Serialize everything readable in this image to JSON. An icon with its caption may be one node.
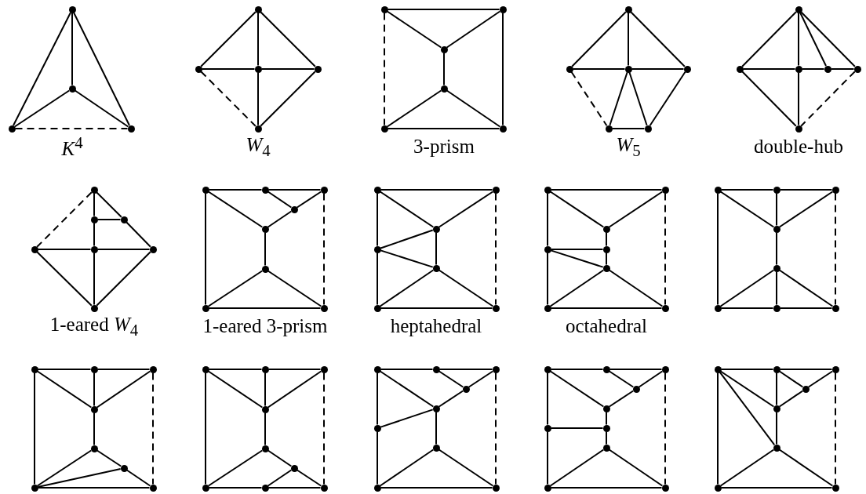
{
  "diagram": {
    "nodes": [
      {
        "text": [],
        "shape": "circle"
      },
      {
        "text": [],
        "shape": "circle"
      },
      {
        "text": [],
        "shape": "circle"
      },
      {
        "text": [],
        "shape": "circle"
      },
      {
        "text": [],
        "shape": "circle"
      },
      {
        "text": [],
        "shape": "circle"
      },
      {
        "text": [],
        "shape": "circle"
      },
      {
        "text": [],
        "shape": "circle"
      },
      {
        "text": [],
        "shape": "circle"
      },
      {
        "text": [],
        "shape": "circle"
      },
      {
        "text": [],
        "shape": "circle"
      },
      {
        "text": [],
        "shape": "circle"
      },
      {
        "text": [],
        "shape": "circle"
      },
      {
        "text": [],
        "shape": "circle"
      },
      {
        "text": [],
        "shape": "circle"
      },
      {
        "text": [],
        "shape": "circle"
      },
      {
        "text": [],
        "shape": "circle"
      },
      {
        "text": [],
        "shape": "circle"
      },
      {
        "text": [],
        "shape": "circle"
      },
      {
        "text": [],
        "shape": "circle"
      },
      {
        "text": [],
        "shape": "circle"
      },
      {
        "text": [],
        "shape": "circle"
      },
      {
        "text": [],
        "shape": "circle"
      },
      {
        "text": [],
        "shape": "circle"
      },
      {
        "text": [],
        "shape": "circle"
      },
      {
        "text": [],
        "shape": "circle"
      },
      {
        "text": [],
        "shape": "circle"
      },
      {
        "text": [],
        "shape": "circle"
      },
      {
        "text": [],
        "shape": "circle"
      },
      {
        "text": [],
        "shape": "circle"
      },
      {
        "text": [],
        "shape": "circle"
      },
      {
        "text": [],
        "shape": "circle"
      },
      {
        "text": [],
        "shape": "circle"
      },
      {
        "text": [],
        "shape": "circle"
      },
      {
        "text": [],
        "shape": "circle"
      },
      {
        "text": [],
        "shape": "circle"
      },
      {
        "text": [],
        "shape": "circle"
      },
      {
        "text": [],
        "shape": "circle"
      },
      {
        "text": [],
        "shape": "circle"
      },
      {
        "text": [],
        "shape": "circle"
      },
      {
        "text": [],
        "shape": "circle"
      },
      {
        "text": [],
        "shape": "circle"
      },
      {
        "text": [],
        "shape": "circle"
      },
      {
        "text": [],
        "shape": "circle"
      },
      {
        "text": [],
        "shape": "circle"
      },
      {
        "text": [],
        "shape": "circle"
      },
      {
        "text": [],
        "shape": "circle"
      },
      {
        "text": [],
        "shape": "circle"
      },
      {
        "text": [],
        "shape": "circle"
      },
      {
        "text": [],
        "shape": "circle"
      },
      {
        "text": [],
        "shape": "circle"
      },
      {
        "text": [],
        "shape": "circle"
      },
      {
        "text": [],
        "shape": "circle"
      },
      {
        "text": [],
        "shape": "circle"
      },
      {
        "text": [],
        "shape": "circle"
      },
      {
        "text": [],
        "shape": "circle"
      },
      {
        "text": [],
        "shape": "circle"
      },
      {
        "text": [],
        "shape": "circle"
      },
      {
        "text": [],
        "shape": "circle"
      },
      {
        "text": [],
        "shape": "circle"
      },
      {
        "text": [],
        "shape": "circle"
      },
      {
        "text": [],
        "shape": "circle"
      },
      {
        "text": [],
        "shape": "circle"
      },
      {
        "text": [],
        "shape": "circle"
      },
      {
        "text": [],
        "shape": "circle"
      },
      {
        "text": [],
        "shape": "circle"
      },
      {
        "text": [],
        "shape": "circle"
      },
      {
        "text": [],
        "shape": "circle"
      },
      {
        "text": [],
        "shape": "circle"
      },
      {
        "text": [],
        "shape": "circle"
      },
      {
        "text": [],
        "shape": "circle"
      },
      {
        "text": [],
        "shape": "circle"
      },
      {
        "text": [],
        "shape": "circle"
      },
      {
        "text": [],
        "shape": "circle"
      },
      {
        "text": [],
        "shape": "circle"
      },
      {
        "text": [],
        "shape": "circle"
      },
      {
        "text": [],
        "shape": "circle"
      },
      {
        "text": [],
        "shape": "circle"
      },
      {
        "text": [],
        "shape": "circle"
      },
      {
        "text": [],
        "shape": "circle"
      },
      {
        "text": [],
        "shape": "circle"
      },
      {
        "text": [],
        "shape": "circle"
      },
      {
        "text": [],
        "shape": "circle"
      },
      {
        "text": [],
        "shape": "circle"
      },
      {
        "text": [],
        "shape": "circle"
      },
      {
        "text": [],
        "shape": "circle"
      },
      {
        "text": [],
        "shape": "circle"
      },
      {
        "text": [],
        "shape": "circle"
      },
      {
        "text": [],
        "shape": "circle"
      },
      {
        "text": [],
        "shape": "circle"
      },
      {
        "text": [],
        "shape": "circle"
      },
      {
        "text": [],
        "shape": "circle"
      },
      {
        "text": [],
        "shape": "circle"
      },
      {
        "text": [],
        "shape": "circle"
      },
      {
        "text": [],
        "shape": "circle"
      },
      {
        "text": [],
        "shape": "circle"
      },
      {
        "text": [],
        "shape": "circle"
      },
      {
        "text": [],
        "shape": "circle"
      },
      {
        "text": [],
        "shape": "circle"
      },
      {
        "text": [],
        "shape": "circle"
      },
      {
        "text": [],
        "shape": "circle"
      },
      {
        "text": [],
        "shape": "circle"
      },
      {
        "text": [],
        "shape": "circle"
      },
      {
        "text": [],
        "shape": "circle"
      },
      {
        "text": [],
        "shape": "circle"
      },
      {
        "text": [],
        "shape": "circle"
      },
      {
        "text": [],
        "shape": "circle"
      },
      {
        "text": [],
        "shape": "circle"
      },
      {
        "text": [],
        "shape": "circle"
      }
    ],
    "edges": [
      {
        "from": 0,
        "to": 1,
        "arrow": "none"
      },
      {
        "from": 0,
        "to": 2,
        "arrow": "none"
      },
      {
        "from": 0,
        "to": 3,
        "arrow": "none"
      },
      {
        "from": 1,
        "to": 2,
        "arrow": "none"
      },
      {
        "from": 1,
        "to": 3,
        "arrow": "none"
      },
      {
        "from": 2,
        "to": 3,
        "arrow": "none",
        "style": "dashed"
      },
      {
        "from": 4,
        "to": 5,
        "arrow": "none"
      },
      {
        "from": 4,
        "to": 6,
        "arrow": "none"
      },
      {
        "from": 4,
        "to": 7,
        "arrow": "none"
      },
      {
        "from": 5,
        "to": 6,
        "arrow": "none"
      },
      {
        "from": 6,
        "to": 7,
        "arrow": "none"
      },
      {
        "from": 6,
        "to": 8,
        "arrow": "none"
      },
      {
        "from": 7,
        "to": 8,
        "arrow": "none"
      },
      {
        "from": 5,
        "to": 8,
        "arrow": "none",
        "style": "dashed"
      },
      {
        "from": 9,
        "to": 10,
        "arrow": "none"
      },
      {
        "from": 9,
        "to": 11,
        "arrow": "none"
      },
      {
        "from": 10,
        "to": 11,
        "arrow": "none"
      },
      {
        "from": 11,
        "to": 12,
        "arrow": "none"
      },
      {
        "from": 12,
        "to": 13,
        "arrow": "none"
      },
      {
        "from": 12,
        "to": 14,
        "arrow": "none"
      },
      {
        "from": 13,
        "to": 14,
        "arrow": "none"
      },
      {
        "from": 10,
        "to": 14,
        "arrow": "none"
      },
      {
        "from": 9,
        "to": 13,
        "arrow": "none",
        "style": "dashed"
      },
      {
        "from": 15,
        "to": 16,
        "arrow": "none"
      },
      {
        "from": 15,
        "to": 17,
        "arrow": "none"
      },
      {
        "from": 15,
        "to": 18,
        "arrow": "none"
      },
      {
        "from": 16,
        "to": 17,
        "arrow": "none"
      },
      {
        "from": 17,
        "to": 18,
        "arrow": "none"
      },
      {
        "from": 17,
        "to": 19,
        "arrow": "none"
      },
      {
        "from": 17,
        "to": 20,
        "arrow": "none"
      },
      {
        "from": 19,
        "to": 20,
        "arrow": "none"
      },
      {
        "from": 18,
        "to": 20,
        "arrow": "none"
      },
      {
        "from": 16,
        "to": 19,
        "arrow": "none",
        "style": "dashed"
      },
      {
        "from": 21,
        "to": 22,
        "arrow": "none"
      },
      {
        "from": 21,
        "to": 23,
        "arrow": "none"
      },
      {
        "from": 21,
        "to": 24,
        "arrow": "none"
      },
      {
        "from": 21,
        "to": 25,
        "arrow": "none"
      },
      {
        "from": 22,
        "to": 23,
        "arrow": "none"
      },
      {
        "from": 23,
        "to": 24,
        "arrow": "none"
      },
      {
        "from": 24,
        "to": 25,
        "arrow": "none"
      },
      {
        "from": 22,
        "to": 26,
        "arrow": "none"
      },
      {
        "from": 23,
        "to": 26,
        "arrow": "none"
      },
      {
        "from": 25,
        "to": 26,
        "arrow": "none",
        "style": "dashed"
      },
      {
        "from": 27,
        "to": 28,
        "arrow": "none"
      },
      {
        "from": 27,
        "to": 29,
        "arrow": "none"
      },
      {
        "from": 28,
        "to": 29,
        "arrow": "none"
      },
      {
        "from": 28,
        "to": 31,
        "arrow": "none"
      },
      {
        "from": 29,
        "to": 32,
        "arrow": "none"
      },
      {
        "from": 30,
        "to": 31,
        "arrow": "none"
      },
      {
        "from": 31,
        "to": 32,
        "arrow": "none"
      },
      {
        "from": 30,
        "to": 33,
        "arrow": "none"
      },
      {
        "from": 31,
        "to": 33,
        "arrow": "none"
      },
      {
        "from": 32,
        "to": 33,
        "arrow": "none"
      },
      {
        "from": 27,
        "to": 30,
        "arrow": "none",
        "style": "dashed"
      },
      {
        "from": 34,
        "to": 35,
        "arrow": "none"
      },
      {
        "from": 35,
        "to": 36,
        "arrow": "none"
      },
      {
        "from": 34,
        "to": 38,
        "arrow": "none"
      },
      {
        "from": 35,
        "to": 37,
        "arrow": "none"
      },
      {
        "from": 36,
        "to": 37,
        "arrow": "none"
      },
      {
        "from": 37,
        "to": 38,
        "arrow": "none"
      },
      {
        "from": 38,
        "to": 39,
        "arrow": "none"
      },
      {
        "from": 39,
        "to": 40,
        "arrow": "none"
      },
      {
        "from": 39,
        "to": 41,
        "arrow": "none"
      },
      {
        "from": 40,
        "to": 41,
        "arrow": "none"
      },
      {
        "from": 34,
        "to": 40,
        "arrow": "none"
      },
      {
        "from": 36,
        "to": 41,
        "arrow": "none",
        "style": "dashed"
      },
      {
        "from": 42,
        "to": 43,
        "arrow": "none"
      },
      {
        "from": 42,
        "to": 44,
        "arrow": "none"
      },
      {
        "from": 43,
        "to": 44,
        "arrow": "none"
      },
      {
        "from": 42,
        "to": 45,
        "arrow": "none"
      },
      {
        "from": 45,
        "to": 47,
        "arrow": "none"
      },
      {
        "from": 45,
        "to": 44,
        "arrow": "none"
      },
      {
        "from": 45,
        "to": 46,
        "arrow": "none"
      },
      {
        "from": 44,
        "to": 46,
        "arrow": "none"
      },
      {
        "from": 46,
        "to": 47,
        "arrow": "none"
      },
      {
        "from": 46,
        "to": 48,
        "arrow": "none"
      },
      {
        "from": 47,
        "to": 48,
        "arrow": "none"
      },
      {
        "from": 43,
        "to": 48,
        "arrow": "none",
        "style": "dashed"
      },
      {
        "from": 49,
        "to": 50,
        "arrow": "none"
      },
      {
        "from": 49,
        "to": 51,
        "arrow": "none"
      },
      {
        "from": 50,
        "to": 51,
        "arrow": "none"
      },
      {
        "from": 51,
        "to": 53,
        "arrow": "none"
      },
      {
        "from": 53,
        "to": 54,
        "arrow": "none"
      },
      {
        "from": 49,
        "to": 52,
        "arrow": "none"
      },
      {
        "from": 52,
        "to": 55,
        "arrow": "none"
      },
      {
        "from": 52,
        "to": 53,
        "arrow": "none"
      },
      {
        "from": 52,
        "to": 54,
        "arrow": "none"
      },
      {
        "from": 54,
        "to": 55,
        "arrow": "none"
      },
      {
        "from": 54,
        "to": 56,
        "arrow": "none"
      },
      {
        "from": 55,
        "to": 56,
        "arrow": "none"
      },
      {
        "from": 50,
        "to": 56,
        "arrow": "none",
        "style": "dashed"
      },
      {
        "from": 57,
        "to": 58,
        "arrow": "none"
      },
      {
        "from": 58,
        "to": 59,
        "arrow": "none"
      },
      {
        "from": 57,
        "to": 60,
        "arrow": "none"
      },
      {
        "from": 58,
        "to": 60,
        "arrow": "none"
      },
      {
        "from": 59,
        "to": 60,
        "arrow": "none"
      },
      {
        "from": 60,
        "to": 61,
        "arrow": "none"
      },
      {
        "from": 61,
        "to": 62,
        "arrow": "none"
      },
      {
        "from": 61,
        "to": 63,
        "arrow": "none"
      },
      {
        "from": 61,
        "to": 64,
        "arrow": "none"
      },
      {
        "from": 62,
        "to": 63,
        "arrow": "none"
      },
      {
        "from": 63,
        "to": 64,
        "arrow": "none"
      },
      {
        "from": 57,
        "to": 62,
        "arrow": "none"
      },
      {
        "from": 59,
        "to": 64,
        "arrow": "none",
        "style": "dashed"
      },
      {
        "from": 65,
        "to": 66,
        "arrow": "none"
      },
      {
        "from": 66,
        "to": 67,
        "arrow": "none"
      },
      {
        "from": 65,
        "to": 68,
        "arrow": "none"
      },
      {
        "from": 66,
        "to": 68,
        "arrow": "none"
      },
      {
        "from": 67,
        "to": 68,
        "arrow": "none"
      },
      {
        "from": 68,
        "to": 69,
        "arrow": "none"
      },
      {
        "from": 69,
        "to": 71,
        "arrow": "none"
      },
      {
        "from": 69,
        "to": 70,
        "arrow": "none"
      },
      {
        "from": 70,
        "to": 72,
        "arrow": "none"
      },
      {
        "from": 70,
        "to": 71,
        "arrow": "none"
      },
      {
        "from": 71,
        "to": 72,
        "arrow": "none"
      },
      {
        "from": 65,
        "to": 71,
        "arrow": "none"
      },
      {
        "from": 67,
        "to": 72,
        "arrow": "none",
        "style": "dashed"
      },
      {
        "from": 73,
        "to": 74,
        "arrow": "none"
      },
      {
        "from": 74,
        "to": 75,
        "arrow": "none"
      },
      {
        "from": 73,
        "to": 76,
        "arrow": "none"
      },
      {
        "from": 74,
        "to": 76,
        "arrow": "none"
      },
      {
        "from": 75,
        "to": 76,
        "arrow": "none"
      },
      {
        "from": 76,
        "to": 77,
        "arrow": "none"
      },
      {
        "from": 77,
        "to": 79,
        "arrow": "none"
      },
      {
        "from": 77,
        "to": 78,
        "arrow": "none"
      },
      {
        "from": 78,
        "to": 81,
        "arrow": "none"
      },
      {
        "from": 78,
        "to": 80,
        "arrow": "none"
      },
      {
        "from": 79,
        "to": 80,
        "arrow": "none"
      },
      {
        "from": 80,
        "to": 81,
        "arrow": "none"
      },
      {
        "from": 73,
        "to": 79,
        "arrow": "none"
      },
      {
        "from": 75,
        "to": 81,
        "arrow": "none",
        "style": "dashed"
      },
      {
        "from": 82,
        "to": 83,
        "arrow": "none"
      },
      {
        "from": 83,
        "to": 84,
        "arrow": "none"
      },
      {
        "from": 83,
        "to": 85,
        "arrow": "none"
      },
      {
        "from": 84,
        "to": 85,
        "arrow": "none"
      },
      {
        "from": 85,
        "to": 86,
        "arrow": "none"
      },
      {
        "from": 82,
        "to": 86,
        "arrow": "none"
      },
      {
        "from": 87,
        "to": 86,
        "arrow": "none"
      },
      {
        "from": 82,
        "to": 87,
        "arrow": "none"
      },
      {
        "from": 87,
        "to": 89,
        "arrow": "none"
      },
      {
        "from": 86,
        "to": 88,
        "arrow": "none"
      },
      {
        "from": 88,
        "to": 89,
        "arrow": "none"
      },
      {
        "from": 88,
        "to": 90,
        "arrow": "none"
      },
      {
        "from": 89,
        "to": 90,
        "arrow": "none"
      },
      {
        "from": 84,
        "to": 90,
        "arrow": "none",
        "style": "dashed"
      },
      {
        "from": 91,
        "to": 92,
        "arrow": "none"
      },
      {
        "from": 92,
        "to": 93,
        "arrow": "none"
      },
      {
        "from": 92,
        "to": 94,
        "arrow": "none"
      },
      {
        "from": 93,
        "to": 94,
        "arrow": "none"
      },
      {
        "from": 94,
        "to": 95,
        "arrow": "none"
      },
      {
        "from": 91,
        "to": 95,
        "arrow": "none"
      },
      {
        "from": 95,
        "to": 97,
        "arrow": "none"
      },
      {
        "from": 97,
        "to": 98,
        "arrow": "none"
      },
      {
        "from": 96,
        "to": 97,
        "arrow": "none"
      },
      {
        "from": 91,
        "to": 96,
        "arrow": "none"
      },
      {
        "from": 96,
        "to": 99,
        "arrow": "none"
      },
      {
        "from": 98,
        "to": 99,
        "arrow": "none"
      },
      {
        "from": 98,
        "to": 100,
        "arrow": "none"
      },
      {
        "from": 99,
        "to": 100,
        "arrow": "none"
      },
      {
        "from": 93,
        "to": 100,
        "arrow": "none",
        "style": "dashed"
      },
      {
        "from": 101,
        "to": 102,
        "arrow": "none"
      },
      {
        "from": 102,
        "to": 103,
        "arrow": "none"
      },
      {
        "from": 102,
        "to": 105,
        "arrow": "none"
      },
      {
        "from": 102,
        "to": 104,
        "arrow": "none"
      },
      {
        "from": 103,
        "to": 104,
        "arrow": "none"
      },
      {
        "from": 104,
        "to": 105,
        "arrow": "none"
      },
      {
        "from": 101,
        "to": 105,
        "arrow": "none"
      },
      {
        "from": 101,
        "to": 106,
        "arrow": "none"
      },
      {
        "from": 105,
        "to": 106,
        "arrow": "none"
      },
      {
        "from": 106,
        "to": 107,
        "arrow": "none"
      },
      {
        "from": 106,
        "to": 108,
        "arrow": "none"
      },
      {
        "from": 107,
        "to": 108,
        "arrow": "none"
      },
      {
        "from": 101,
        "to": 107,
        "arrow": "none"
      },
      {
        "from": 103,
        "to": 108,
        "arrow": "none",
        "style": "dashed"
      }
    ],
    "labels": [
      "*K*$^{4}$",
      "*W*$_{4}$",
      "3-prism",
      "*W*$_{5}$",
      "double-hub",
      "1-eared *W*$_{4}$",
      "1-eared 3-prism",
      "heptahedral",
      "octahedral"
    ]
  }
}
